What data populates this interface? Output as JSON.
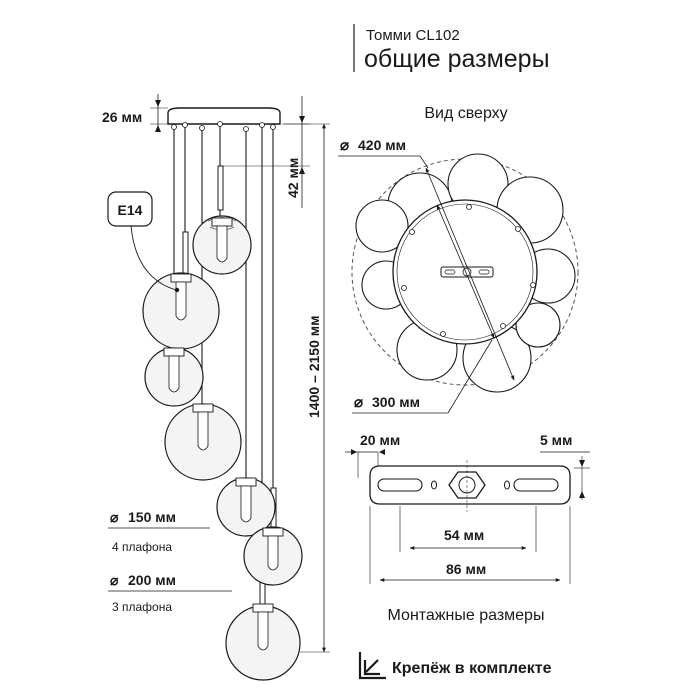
{
  "header": {
    "model": "Томми CL102",
    "subtitle": "общие размеры"
  },
  "side_view": {
    "canopy_height": "26 мм",
    "rod_length": "42 мм",
    "total_height": "1400 – 2150 мм",
    "socket_type": "E14",
    "small_shade_diameter": "150 мм",
    "small_shade_count": "4 плафона",
    "large_shade_diameter": "200 мм",
    "large_shade_count": "3 плафона"
  },
  "top_view": {
    "title": "Вид сверху",
    "outer_diameter": "420 мм",
    "canopy_diameter": "300 мм"
  },
  "mounting": {
    "slot_width": "20 мм",
    "bar_thickness": "5 мм",
    "hole_spacing": "54 мм",
    "bar_length": "86 мм",
    "title": "Монтажные размеры"
  },
  "footer": {
    "note": "Крепёж в комплекте",
    "icon": "arrow-into-box-icon"
  },
  "colors": {
    "line": "#1a1a1a",
    "shade_fill": "#f4f4f4",
    "dashed": "#555555"
  }
}
